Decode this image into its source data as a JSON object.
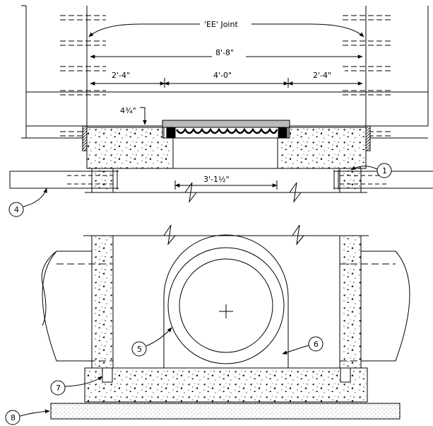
{
  "joint_label": "'EE' Joint",
  "dimensions": {
    "overall": "8'-8\"",
    "left": "2'-4\"",
    "middle": "4'-0\"",
    "right": "2'-4\"",
    "thickness": "4¾\"",
    "opening": "3'-1½\""
  },
  "callouts": [
    "1",
    "4",
    "5",
    "6",
    "7",
    "8"
  ]
}
